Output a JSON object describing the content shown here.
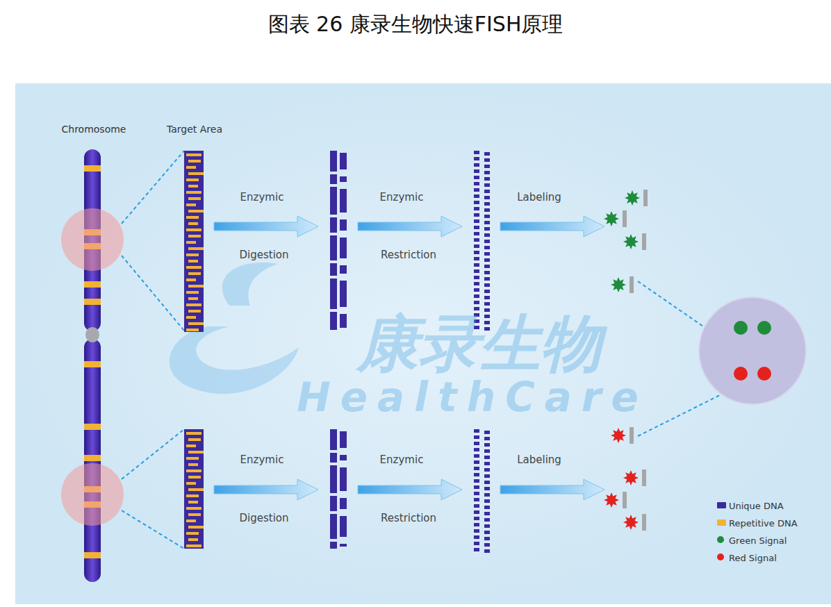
{
  "diagram": {
    "title": "图表 26 康录生物快速FISH原理",
    "labels": [
      "Chromosome",
      "Target Area",
      "Enzymic",
      "Digestion",
      "Enzymic",
      "Restriction",
      "Labeling",
      "Enzymic",
      "Digestion",
      "Enzymic",
      "Restriction",
      "Labeling",
      "康录生物",
      "HealthCare"
    ],
    "legend": [
      {
        "text": "Unique DNA",
        "color": "#3b2a9c"
      },
      {
        "text": "Repetitive DNA",
        "color": "#f2b234"
      },
      {
        "text": "Green Signal",
        "color": "#1e8c3c"
      },
      {
        "text": "Red Signal",
        "color": "#e3221e"
      }
    ]
  }
}
